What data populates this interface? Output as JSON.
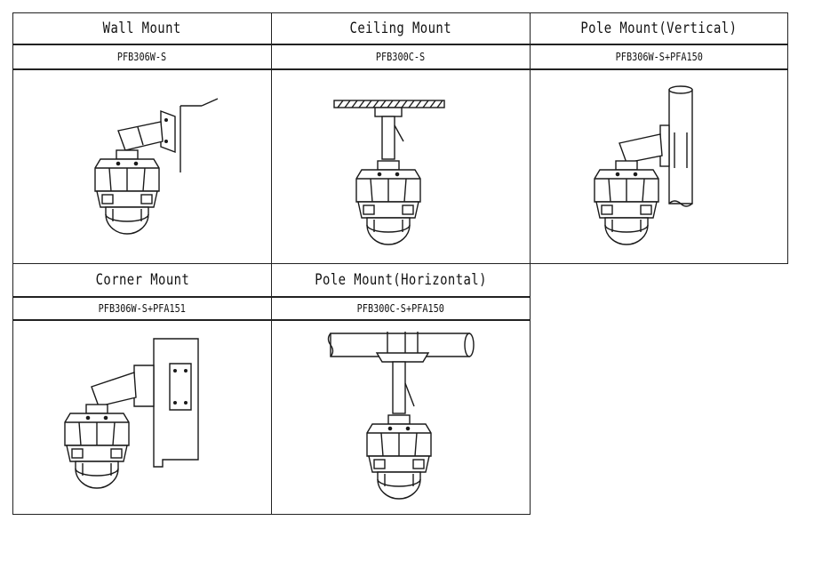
{
  "mounts": [
    {
      "title": "Wall Mount",
      "model": "PFB306W-S",
      "illustration": "wall-mount-camera"
    },
    {
      "title": "Ceiling Mount",
      "model": "PFB300C-S",
      "illustration": "ceiling-mount-camera"
    },
    {
      "title": "Pole Mount(Vertical)",
      "model": "PFB306W-S+PFA150",
      "illustration": "vertical-pole-mount-camera"
    },
    {
      "title": "Corner Mount",
      "model": "PFB306W-S+PFA151",
      "illustration": "corner-mount-camera"
    },
    {
      "title": "Pole Mount(Horizontal)",
      "model": "PFB300C-S+PFA150",
      "illustration": "horizontal-pole-mount-camera"
    }
  ]
}
